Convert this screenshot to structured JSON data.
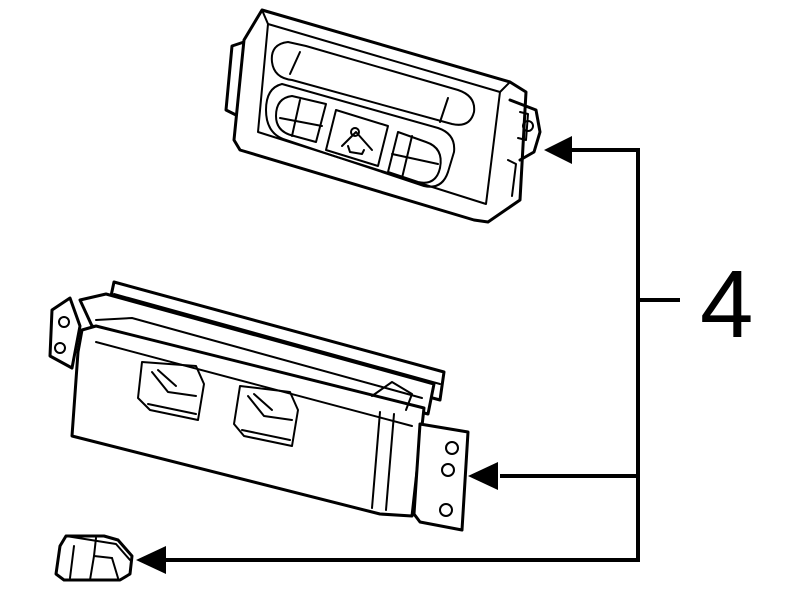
{
  "callout": {
    "number": "4"
  },
  "parts": [
    {
      "name": "control-panel-faceplate"
    },
    {
      "name": "control-module-housing"
    },
    {
      "name": "small-connector-clip"
    }
  ]
}
